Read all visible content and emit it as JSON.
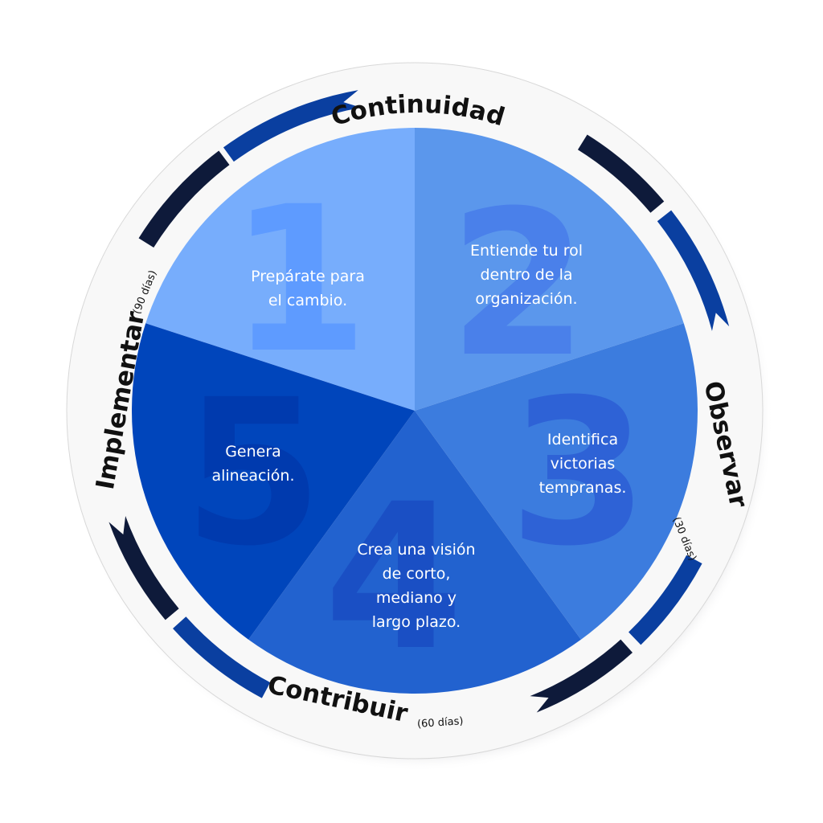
{
  "diagram": {
    "type": "cycle-pie",
    "segments": [
      {
        "number": "1",
        "lines": [
          "Prepárate para",
          "el cambio."
        ],
        "color": "#77adfc",
        "num_color": "#5e9bff"
      },
      {
        "number": "2",
        "lines": [
          "Entiende tu rol",
          "dentro de la",
          "organización."
        ],
        "color": "#5b97ec",
        "num_color": "#4a80ea"
      },
      {
        "number": "3",
        "lines": [
          "Identifica",
          "victorias",
          "tempranas."
        ],
        "color": "#3c7cde",
        "num_color": "#2e62d6"
      },
      {
        "number": "4",
        "lines": [
          "Crea una visión",
          "de corto,",
          "mediano y",
          "largo plazo."
        ],
        "color": "#2262cf",
        "num_color": "#1a4fc4"
      },
      {
        "number": "5",
        "lines": [
          "Genera",
          "alineación."
        ],
        "color": "#0045bb",
        "num_color": "#003aae"
      }
    ],
    "ring_labels": [
      {
        "id": "continuidad",
        "label": "Continuidad",
        "sub": ""
      },
      {
        "id": "observar",
        "label": "Observar",
        "sub": "(30 días)"
      },
      {
        "id": "contribuir",
        "label": "Contribuir",
        "sub": "(60 días)"
      },
      {
        "id": "implementar",
        "label": "Implementar",
        "sub": "(90 días)"
      }
    ],
    "colors": {
      "ring": "#f8f8f8",
      "arrow_dark": "#0e1a3a",
      "arrow_mid": "#0a2a6e",
      "arrow_light": "#0a3fa0",
      "label": "#111111"
    }
  }
}
